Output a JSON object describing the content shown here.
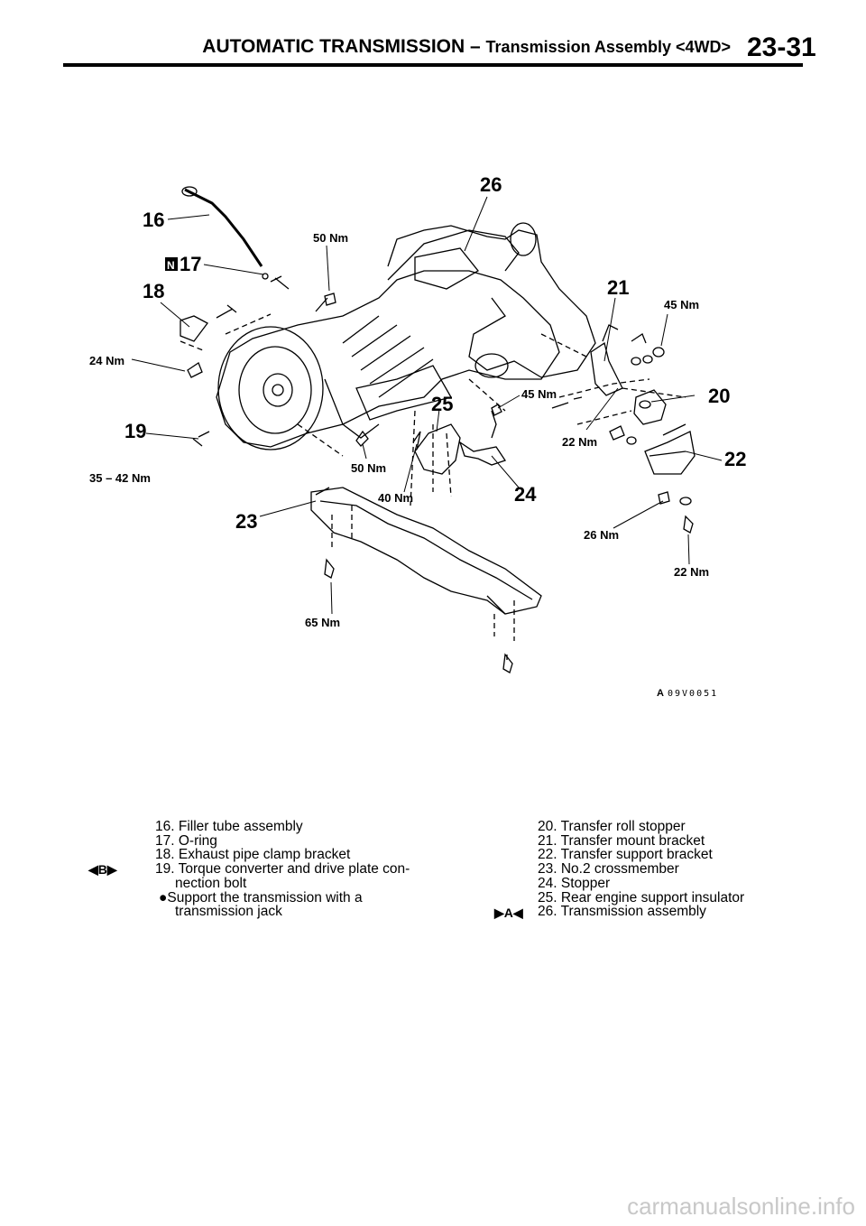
{
  "header": {
    "title": "AUTOMATIC TRANSMISSION",
    "dash": "–",
    "subtitle": "Transmission Assembly <4WD>",
    "page": "23-31"
  },
  "diagram": {
    "callouts": {
      "c16": "16",
      "c17": "17",
      "c18": "18",
      "c19": "19",
      "c20": "20",
      "c21": "21",
      "c22": "22",
      "c23": "23",
      "c24": "24",
      "c25": "25",
      "c26": "26"
    },
    "n_badge": "N",
    "torques": {
      "t50a": "50 Nm",
      "t24": "24 Nm",
      "t35": "35 – 42 Nm",
      "t50b": "50 Nm",
      "t40": "40 Nm",
      "t45a": "45 Nm",
      "t45b": "45 Nm",
      "t22a": "22 Nm",
      "t26": "26 Nm",
      "t22b": "22 Nm",
      "t65": "65 Nm"
    },
    "figure_id_prefix": "A",
    "figure_id": "09V0051"
  },
  "legend_left": [
    "16. Filler tube assembly",
    "17. O-ring",
    "18. Exhaust pipe clamp bracket",
    "19. Torque converter and drive plate con-",
    "nection bolt",
    "●Support the transmission with a",
    "transmission jack"
  ],
  "legend_right": [
    "20. Transfer roll stopper",
    "21. Transfer mount bracket",
    "22. Transfer support bracket",
    "23. No.2 crossmember",
    "24. Stopper",
    "25. Rear engine support insulator",
    "26. Transmission assembly"
  ],
  "markers": {
    "b": "◀B▶",
    "a": "▶A◀"
  },
  "watermark": "carmanualsonline.info"
}
